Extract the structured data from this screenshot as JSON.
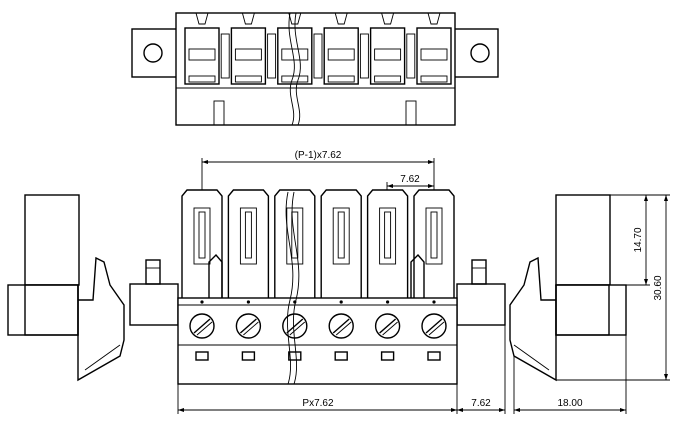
{
  "drawing": {
    "pin_count": 6,
    "dimensions": {
      "span_label": "(P-1)x7.62",
      "pitch_label": "7.62",
      "total_width_label": "Px7.62",
      "flange_label": "7.62",
      "depth_label": "18.00",
      "upper_height_label": "14.70",
      "total_height_label": "30.60"
    }
  }
}
